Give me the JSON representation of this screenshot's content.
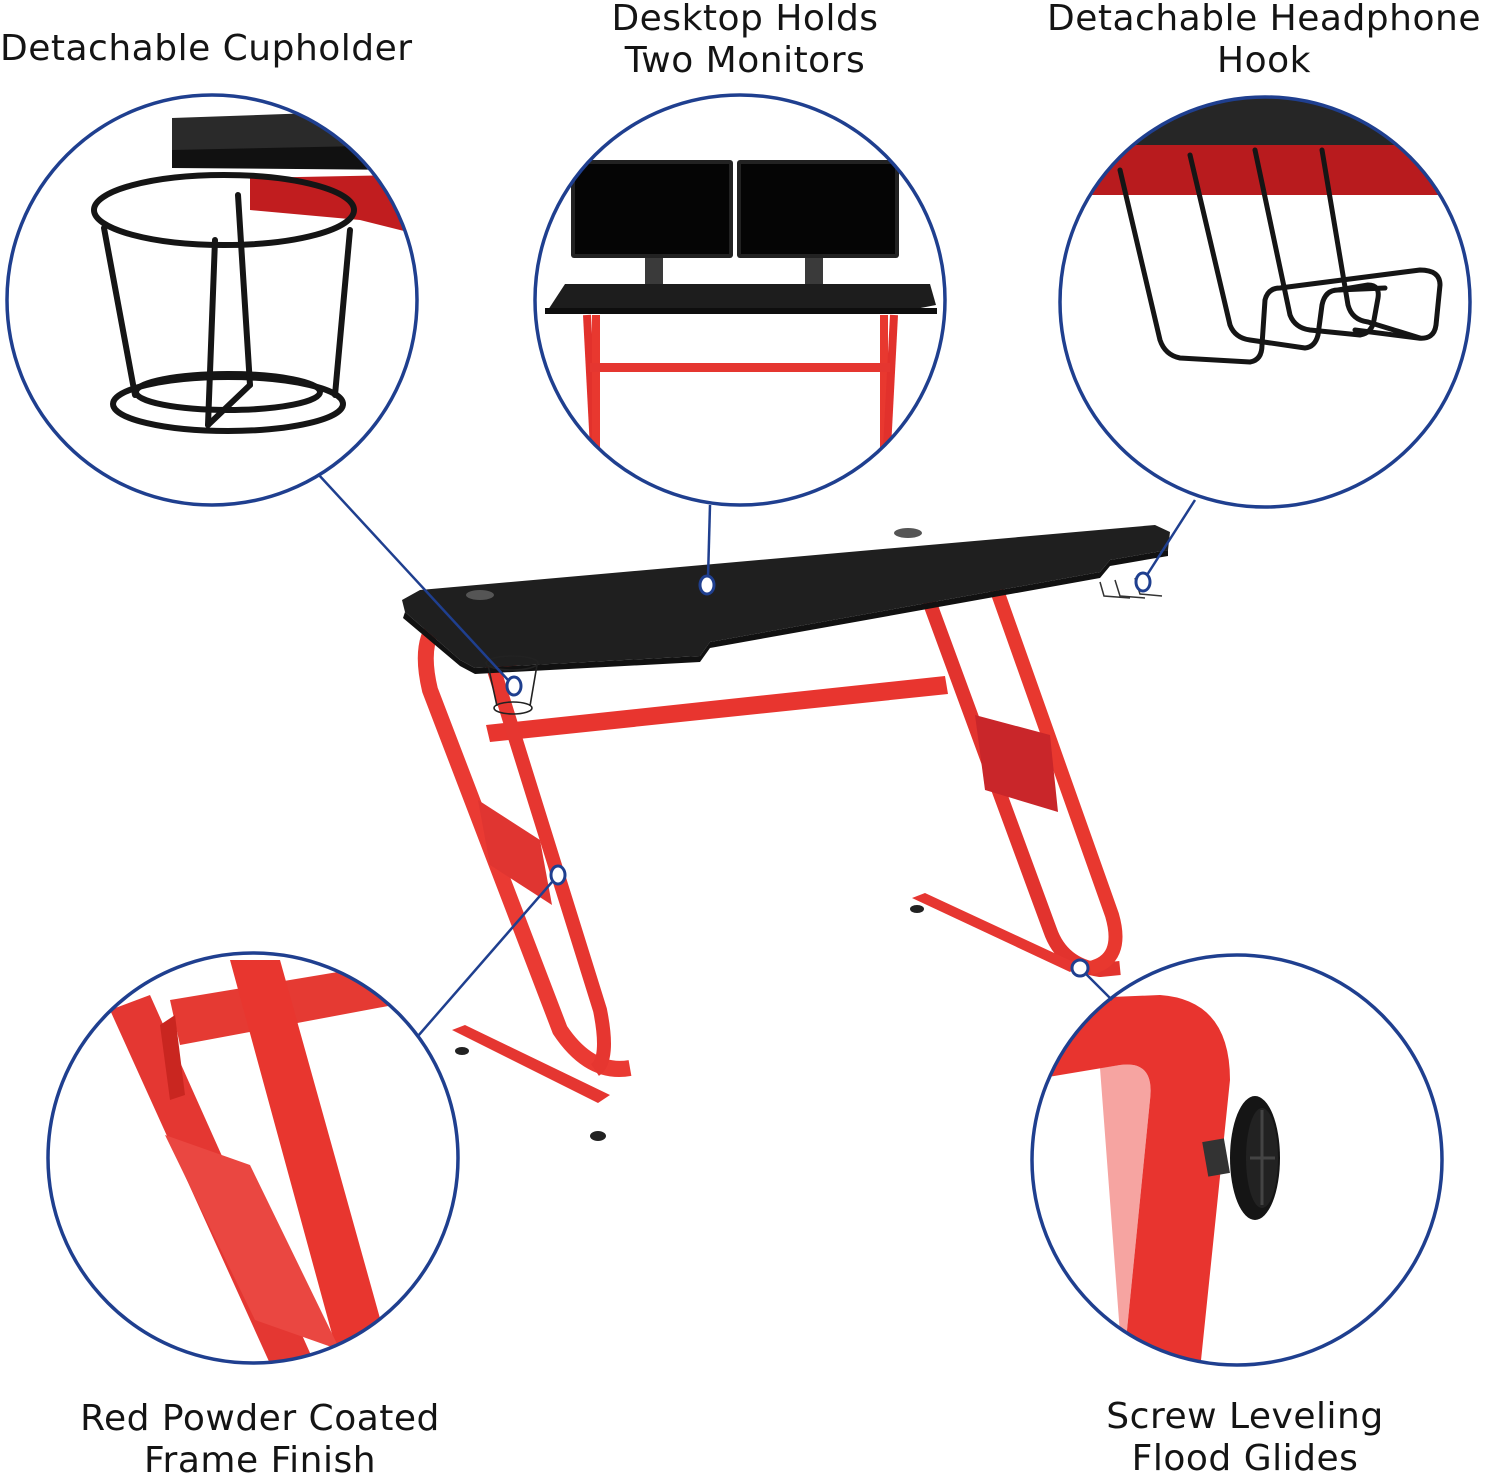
{
  "infographic": {
    "subject": "Gaming desk with red Z-frame and black desktop",
    "colors": {
      "callout_blue": "#1f3f8f",
      "frame_red": "#e8302c",
      "desktop_black": "#1c1c1c",
      "background": "#ffffff"
    },
    "callouts": [
      {
        "id": "cupholder",
        "lines": [
          "Detachable Cupholder"
        ]
      },
      {
        "id": "monitors",
        "lines": [
          "Desktop Holds",
          "Two Monitors"
        ]
      },
      {
        "id": "headphone-hook",
        "lines": [
          "Detachable Headphone",
          "Hook"
        ]
      },
      {
        "id": "frame-finish",
        "lines": [
          "Red Powder Coated",
          "Frame Finish"
        ]
      },
      {
        "id": "leveling-glides",
        "lines": [
          "Screw Leveling",
          "Flood Glides"
        ]
      }
    ]
  }
}
